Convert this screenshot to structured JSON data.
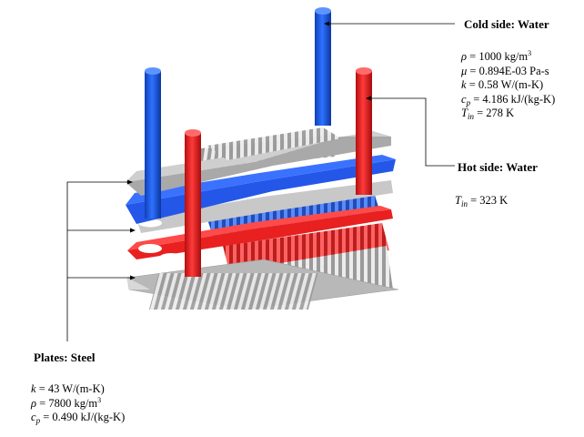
{
  "cold_side": {
    "title": "Cold side: Water",
    "density": {
      "symbol": "ρ",
      "value": "1000 kg/m",
      "exp": "3"
    },
    "viscosity": {
      "symbol": "μ",
      "value": "0.894E-03 Pa-s"
    },
    "conductivity": {
      "symbol": "k",
      "value": "0.58 W/(m-K)"
    },
    "specific_heat": {
      "symbol": "c",
      "sub": "p",
      "value": "4.186 kJ/(kg-K)"
    },
    "inlet_temperature": {
      "symbol": "T",
      "sub": "in",
      "value": "278 K"
    }
  },
  "hot_side": {
    "title": "Hot side: Water",
    "inlet_temperature": {
      "symbol": "T",
      "sub": "in",
      "value": "323 K"
    }
  },
  "plates": {
    "title": "Plates: Steel",
    "conductivity": {
      "symbol": "k",
      "value": "43 W/(m-K)"
    },
    "density": {
      "symbol": "ρ",
      "value": "7800 kg/m",
      "exp": "3"
    },
    "specific_heat": {
      "symbol": "c",
      "sub": "p",
      "value": "0.490 kJ/(kg-K)"
    }
  },
  "colors": {
    "cold": "#1a56e8",
    "hot": "#e81e1e",
    "steel": "#b4b4b4",
    "steel_light": "#e6e6e6"
  }
}
